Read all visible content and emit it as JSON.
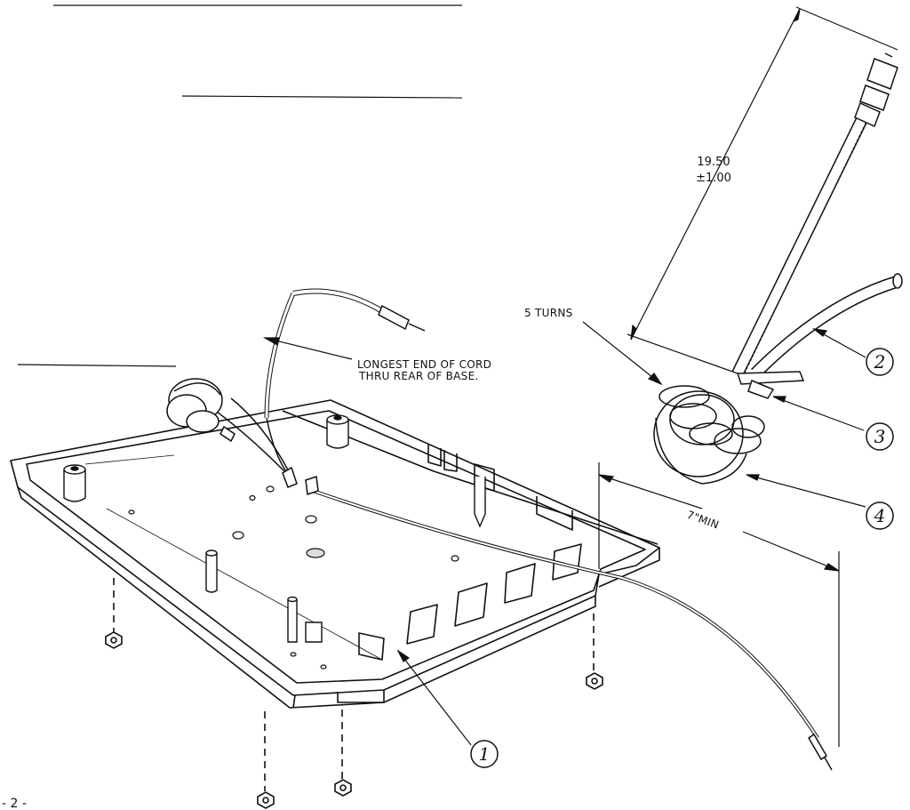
{
  "labels": {
    "dimension_top_value": "19.50",
    "dimension_top_tolerance": "±1.00",
    "turns": "5 TURNS",
    "cord_note_line1": "LONGEST END OF CORD",
    "cord_note_line2": "THRU REAR OF BASE.",
    "dimension_min": "7\"MIN",
    "page_number": "- 2 -"
  },
  "callouts": [
    "1",
    "2",
    "3",
    "4"
  ]
}
